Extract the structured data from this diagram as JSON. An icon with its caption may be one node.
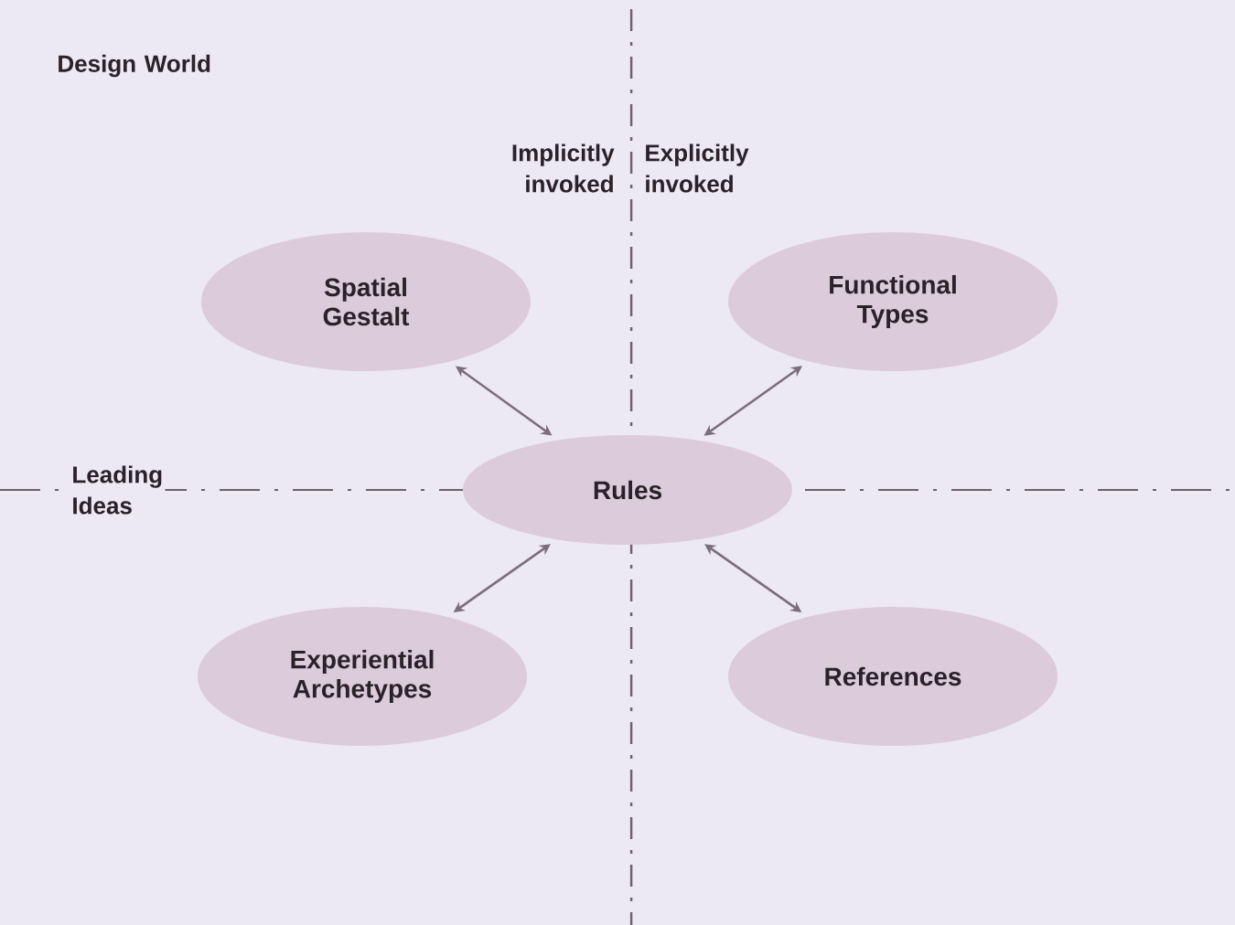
{
  "diagram": {
    "nodes": [
      {
        "text": [
          "Spatial Gestalt"
        ]
      },
      {
        "text": [
          "Functional Types"
        ]
      },
      {
        "text": [
          "Rules"
        ]
      },
      {
        "text": [
          "Experiential Archetypes"
        ]
      },
      {
        "text": [
          "References"
        ]
      }
    ],
    "edges": [
      {
        "from": 2,
        "to": 0,
        "arrow": "both"
      },
      {
        "from": 2,
        "to": 1,
        "arrow": "both"
      },
      {
        "from": 2,
        "to": 3,
        "arrow": "both"
      },
      {
        "from": 2,
        "to": 4,
        "arrow": "both"
      }
    ],
    "labels": [
      "Design World",
      "Implicitly invoked",
      "Explicitly invoked",
      "Leading Ideas"
    ]
  }
}
